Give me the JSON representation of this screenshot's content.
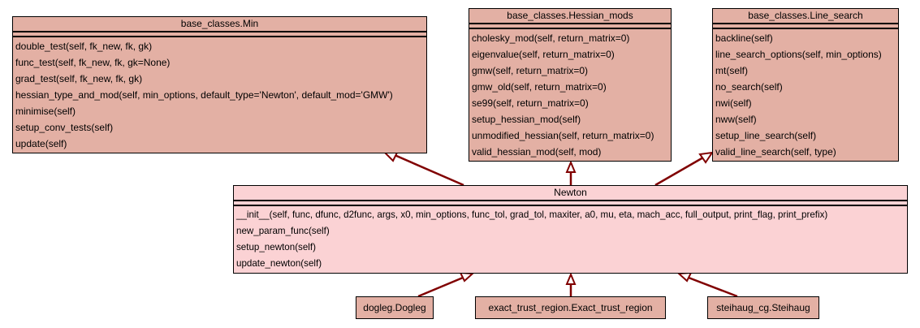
{
  "diagram": {
    "type": "uml-class-inheritance",
    "edge_color": "#800000",
    "base_fill": "#e3b0a4",
    "main_fill": "#fbd2d4"
  },
  "classes": {
    "min": {
      "name": "base_classes.Min",
      "methods": [
        "double_test(self, fk_new, fk, gk)",
        "func_test(self, fk_new, fk, gk=None)",
        "grad_test(self, fk_new, fk, gk)",
        "hessian_type_and_mod(self, min_options, default_type='Newton', default_mod='GMW')",
        "minimise(self)",
        "setup_conv_tests(self)",
        "update(self)"
      ]
    },
    "hessian_mods": {
      "name": "base_classes.Hessian_mods",
      "methods": [
        "cholesky_mod(self, return_matrix=0)",
        "eigenvalue(self, return_matrix=0)",
        "gmw(self, return_matrix=0)",
        "gmw_old(self, return_matrix=0)",
        "se99(self, return_matrix=0)",
        "setup_hessian_mod(self)",
        "unmodified_hessian(self, return_matrix=0)",
        "valid_hessian_mod(self, mod)"
      ]
    },
    "line_search": {
      "name": "base_classes.Line_search",
      "methods": [
        "backline(self)",
        "line_search_options(self, min_options)",
        "mt(self)",
        "no_search(self)",
        "nwi(self)",
        "nww(self)",
        "setup_line_search(self)",
        "valid_line_search(self, type)"
      ]
    },
    "newton": {
      "name": "Newton",
      "methods": [
        "__init__(self, func, dfunc, d2func, args, x0, min_options, func_tol, grad_tol, maxiter, a0, mu, eta, mach_acc, full_output, print_flag, print_prefix)",
        "new_param_func(self)",
        "setup_newton(self)",
        "update_newton(self)"
      ]
    },
    "dogleg": {
      "name": "dogleg.Dogleg"
    },
    "exact_trust_region": {
      "name": "exact_trust_region.Exact_trust_region"
    },
    "steihaug": {
      "name": "steihaug_cg.Steihaug"
    }
  },
  "inheritance": [
    {
      "child": "Newton",
      "parent": "base_classes.Min"
    },
    {
      "child": "Newton",
      "parent": "base_classes.Hessian_mods"
    },
    {
      "child": "Newton",
      "parent": "base_classes.Line_search"
    },
    {
      "child": "dogleg.Dogleg",
      "parent": "Newton"
    },
    {
      "child": "exact_trust_region.Exact_trust_region",
      "parent": "Newton"
    },
    {
      "child": "steihaug_cg.Steihaug",
      "parent": "Newton"
    }
  ]
}
